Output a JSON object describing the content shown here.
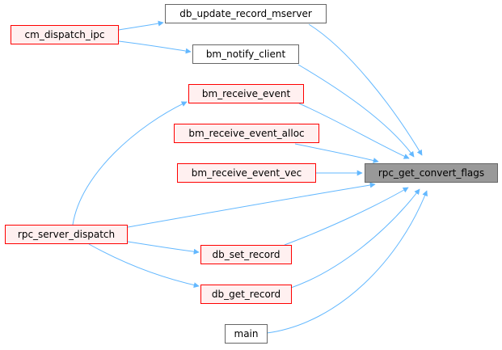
{
  "graph": {
    "target": {
      "id": "rpc_get_convert_flags",
      "label": "rpc_get_convert_flags"
    },
    "nodes": [
      {
        "id": "db_update_record_mserver",
        "label": "db_update_record_mserver",
        "style": "plain"
      },
      {
        "id": "cm_dispatch_ipc",
        "label": "cm_dispatch_ipc",
        "style": "red"
      },
      {
        "id": "bm_notify_client",
        "label": "bm_notify_client",
        "style": "plain"
      },
      {
        "id": "bm_receive_event",
        "label": "bm_receive_event",
        "style": "red"
      },
      {
        "id": "bm_receive_event_alloc",
        "label": "bm_receive_event_alloc",
        "style": "red"
      },
      {
        "id": "bm_receive_event_vec",
        "label": "bm_receive_event_vec",
        "style": "red"
      },
      {
        "id": "rpc_server_dispatch",
        "label": "rpc_server_dispatch",
        "style": "red"
      },
      {
        "id": "db_set_record",
        "label": "db_set_record",
        "style": "red"
      },
      {
        "id": "db_get_record",
        "label": "db_get_record",
        "style": "red"
      },
      {
        "id": "main",
        "label": "main",
        "style": "plain"
      }
    ],
    "edges": [
      {
        "from": "db_update_record_mserver",
        "to": "rpc_get_convert_flags"
      },
      {
        "from": "bm_notify_client",
        "to": "rpc_get_convert_flags"
      },
      {
        "from": "bm_receive_event",
        "to": "rpc_get_convert_flags"
      },
      {
        "from": "bm_receive_event_alloc",
        "to": "rpc_get_convert_flags"
      },
      {
        "from": "bm_receive_event_vec",
        "to": "rpc_get_convert_flags"
      },
      {
        "from": "rpc_server_dispatch",
        "to": "rpc_get_convert_flags"
      },
      {
        "from": "db_set_record",
        "to": "rpc_get_convert_flags"
      },
      {
        "from": "db_get_record",
        "to": "rpc_get_convert_flags"
      },
      {
        "from": "main",
        "to": "rpc_get_convert_flags"
      },
      {
        "from": "cm_dispatch_ipc",
        "to": "db_update_record_mserver"
      },
      {
        "from": "cm_dispatch_ipc",
        "to": "bm_notify_client"
      },
      {
        "from": "rpc_server_dispatch",
        "to": "bm_receive_event"
      },
      {
        "from": "rpc_server_dispatch",
        "to": "db_set_record"
      },
      {
        "from": "rpc_server_dispatch",
        "to": "db_get_record"
      }
    ],
    "colors": {
      "edge": "#63b8ff",
      "plain_border": "#666666",
      "red_border": "#ff0000",
      "red_fill": "#fff0f0",
      "target_fill": "#999999"
    }
  }
}
